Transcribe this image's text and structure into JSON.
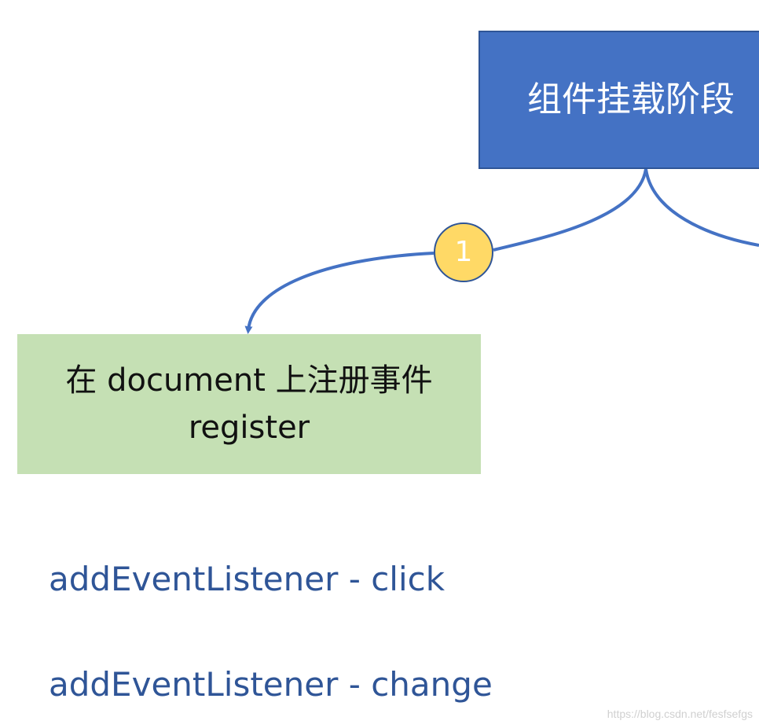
{
  "mount_box": {
    "title": "组件挂载阶段"
  },
  "step_badge": {
    "number": "1"
  },
  "register_box": {
    "line1": "在 document 上注册事件",
    "line2": "register"
  },
  "listeners": [
    {
      "label": "addEventListener - click"
    },
    {
      "label": "addEventListener - change"
    }
  ],
  "watermark": "https://blog.csdn.net/fesfsefgs",
  "colors": {
    "mount_fill": "#4472c4",
    "connector": "#4472c4",
    "badge_fill": "#ffd966",
    "register_fill": "#c5e0b4",
    "listener_text": "#2f5597"
  }
}
